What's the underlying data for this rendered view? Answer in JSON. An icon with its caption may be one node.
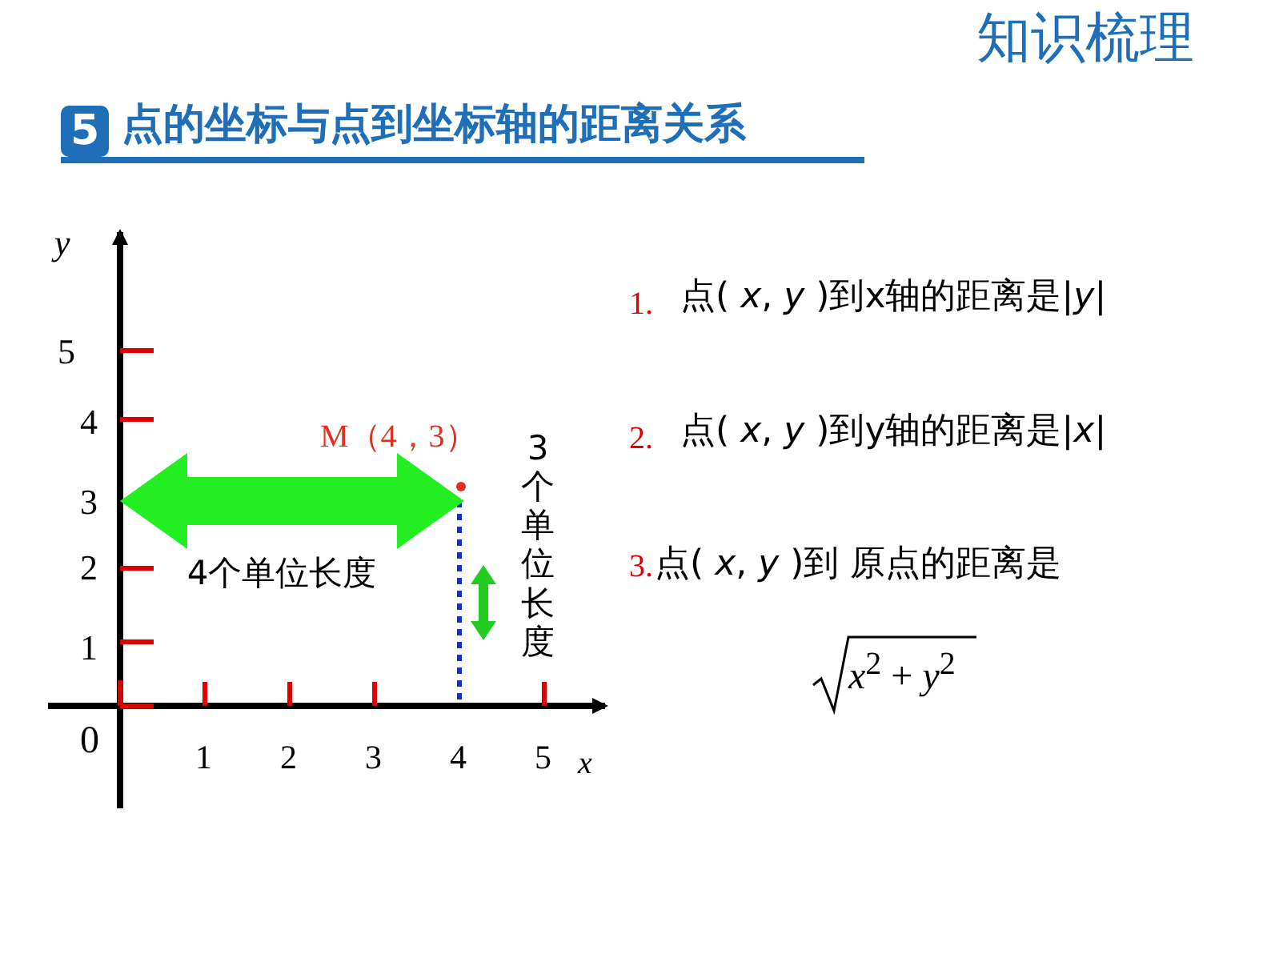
{
  "diagram": {
    "title": "点的坐标与点到坐标轴的距离关系",
    "labels": [
      "知识梳理",
      "5",
      "y",
      "5",
      "4",
      "M（4，3）",
      "3",
      "2",
      "4个单位长度",
      "1",
      "0",
      "1",
      "2",
      "3",
      "4",
      "5",
      "x",
      "3个单位长度",
      "1.",
      "点( *x*, *y* )到x轴的距离是|*y*|",
      "2.",
      "点( *x*, *y* )到y轴的距离是|*x*|",
      "3.",
      "点( *x*, *y* )到 原点的距离是",
      "*x*$^{2}$ + *y*$^{2}$"
    ]
  }
}
